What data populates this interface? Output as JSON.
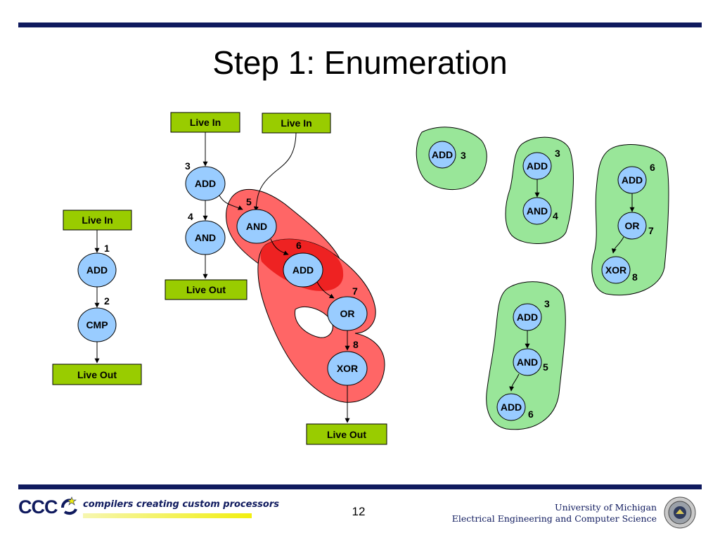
{
  "slide": {
    "title": "Step 1: Enumeration",
    "page_number": "12"
  },
  "footer": {
    "logo_mark": "CCC",
    "logo_tagline": "compilers creating custom processors",
    "university": "University of Michigan",
    "department": "Electrical Engineering and Computer Science"
  },
  "diagram": {
    "box_labels": {
      "live_in": "Live In",
      "live_out": "Live Out"
    },
    "graph_a": {
      "nodes": [
        {
          "label": "ADD",
          "number": "1"
        },
        {
          "label": "CMP",
          "number": "2"
        }
      ]
    },
    "graph_b": {
      "nodes": [
        {
          "label": "ADD",
          "number": "3"
        },
        {
          "label": "AND",
          "number": "4"
        },
        {
          "label": "AND",
          "number": "5"
        },
        {
          "label": "ADD",
          "number": "6"
        },
        {
          "label": "OR",
          "number": "7"
        },
        {
          "label": "XOR",
          "number": "8"
        }
      ]
    },
    "subgraphs": [
      {
        "nodes": [
          {
            "label": "ADD",
            "number": "3"
          }
        ]
      },
      {
        "nodes": [
          {
            "label": "ADD",
            "number": "3"
          },
          {
            "label": "AND",
            "number": "4"
          }
        ]
      },
      {
        "nodes": [
          {
            "label": "ADD",
            "number": "6"
          },
          {
            "label": "OR",
            "number": "7"
          },
          {
            "label": "XOR",
            "number": "8"
          }
        ]
      },
      {
        "nodes": [
          {
            "label": "ADD",
            "number": "3"
          },
          {
            "label": "AND",
            "number": "5"
          },
          {
            "label": "ADD",
            "number": "6"
          }
        ]
      }
    ],
    "colors": {
      "box_fill": "#99cc00",
      "node_fill": "#99ccff",
      "region_fill": "#ff6666",
      "region_overlap": "#ee2222",
      "subgraph_fill": "#99e699",
      "rule": "#0f1a5e"
    }
  }
}
